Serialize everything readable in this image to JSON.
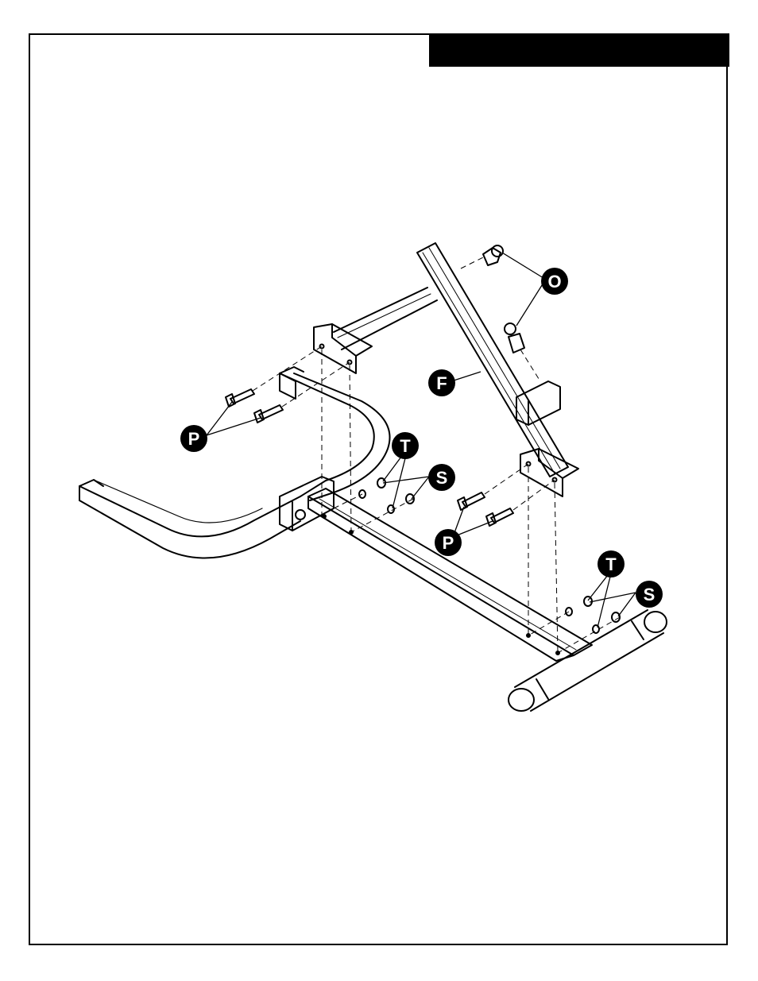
{
  "diagram": {
    "callouts": {
      "o": "O",
      "f": "F",
      "p_upper": "P",
      "p_lower": "P",
      "t_upper": "T",
      "s_upper": "S",
      "t_lower": "T",
      "s_lower": "S"
    }
  },
  "colors": {
    "line": "#000000",
    "background": "#ffffff",
    "header_bar": "#000000"
  }
}
